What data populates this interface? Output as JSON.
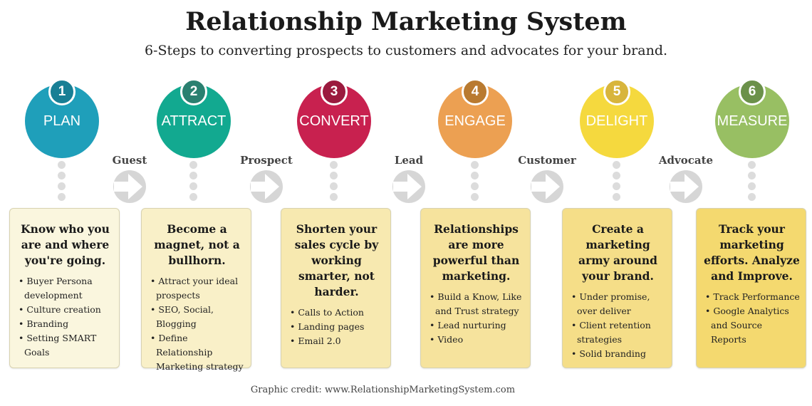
{
  "title": "Relationship Marketing System",
  "subtitle": "6-Steps to converting prospects to customers and advocates for your brand.",
  "steps": [
    {
      "number": "1",
      "name": "PLAN",
      "color": "#1f9fba",
      "badge": "#187f95",
      "box": "#faf6de",
      "heading": "Know who you are and where you're going.",
      "bullets": [
        "Buyer Persona development",
        "Culture creation",
        "Branding",
        "Setting SMART Goals"
      ]
    },
    {
      "number": "2",
      "name": "ATTRACT",
      "color": "#12a990",
      "badge": "#2a8070",
      "box": "#f9f0c8",
      "heading": "Become a magnet, not a bullhorn.",
      "bullets": [
        "Attract your ideal prospects",
        "SEO, Social, Blogging",
        "Define Relationship Marketing strategy"
      ]
    },
    {
      "number": "3",
      "name": "CONVERT",
      "color": "#c8214f",
      "badge": "#9b1a3e",
      "box": "#f7e9b0",
      "heading": "Shorten your sales cycle by working smarter, not harder.",
      "bullets": [
        "Calls to Action",
        "Landing pages",
        "Email 2.0"
      ]
    },
    {
      "number": "4",
      "name": "ENGAGE",
      "color": "#eca052",
      "badge": "#b97a30",
      "box": "#f6e39d",
      "heading": "Relationships are more powerful than marketing.",
      "bullets": [
        "Build a Know, Like and Trust strategy",
        "Lead nurturing",
        "Video"
      ]
    },
    {
      "number": "5",
      "name": "DELIGHT",
      "color": "#f5d93e",
      "badge": "#d8b53c",
      "box": "#f5de88",
      "heading": "Create a marketing army around your brand.",
      "bullets": [
        "Under promise, over deliver",
        "Client retention strategies",
        "Solid branding"
      ]
    },
    {
      "number": "6",
      "name": "MEASURE",
      "color": "#98bf63",
      "badge": "#6b914a",
      "box": "#f4d96f",
      "heading": "Track your marketing efforts. Analyze and Improve.",
      "bullets": [
        "Track Performance",
        "Google Analytics and Source Reports"
      ]
    }
  ],
  "transitions": [
    "Guest",
    "Prospect",
    "Lead",
    "Customer",
    "Advocate"
  ],
  "credit": "Graphic credit: www.RelationshipMarketingSystem.com"
}
